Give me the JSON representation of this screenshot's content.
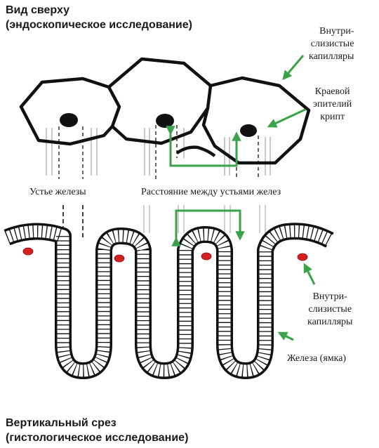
{
  "top_view": {
    "heading_line1": "Вид сверху",
    "heading_line2": "(эндоскопическое исследование)"
  },
  "vertical_section": {
    "heading_line1": "Вертикальный срез",
    "heading_line2": "(гистологическое исследование)"
  },
  "labels": {
    "capillaries_top": [
      "Внутри-",
      "слизистые",
      "капилляры"
    ],
    "crypt_epithelium": [
      "Краевой",
      "эпителий",
      "крипт"
    ],
    "gland_opening": "Устье железы",
    "distance_between_openings": "Расстояние между устьями желез",
    "capillaries_bottom": [
      "Внутри-",
      "слизистые",
      "капилляры"
    ],
    "gland_pit": "Железа (ямка)"
  },
  "colors": {
    "arrow_green": "#3aa24a",
    "capillary_red": "#d42020",
    "outline": "#111111"
  }
}
